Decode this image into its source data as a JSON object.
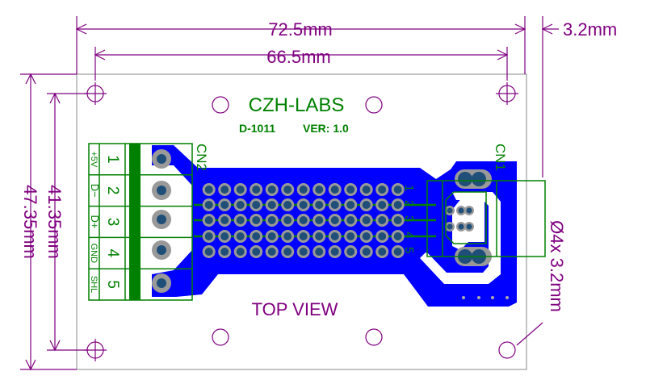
{
  "dimensions": {
    "overall_width": "72.5mm",
    "hole_spacing_width": "66.5mm",
    "hole_offset": "3.2mm",
    "overall_height": "47.35mm",
    "hole_spacing_height": "41.35mm",
    "holes": "Ø4x  3.2mm"
  },
  "board": {
    "brand": "CZH-LABS",
    "model": "D-1011",
    "version": "VER: 1.0",
    "view_label": "TOP VIEW",
    "connector_left": "CN2",
    "connector_right": "CN1",
    "terminal_pins": [
      {
        "number": "1",
        "signal": "+5V"
      },
      {
        "number": "2",
        "signal": "D−"
      },
      {
        "number": "3",
        "signal": "D+"
      },
      {
        "number": "4",
        "signal": "GND"
      },
      {
        "number": "5",
        "signal": "SHL"
      }
    ],
    "row_labels": [
      "1",
      "2",
      "3",
      "4",
      "5"
    ]
  },
  "colors": {
    "dimension": "#800080",
    "silkscreen": "#008000",
    "copper": "#0000ff",
    "pad": "#999999",
    "drill": "#1f4e79"
  }
}
